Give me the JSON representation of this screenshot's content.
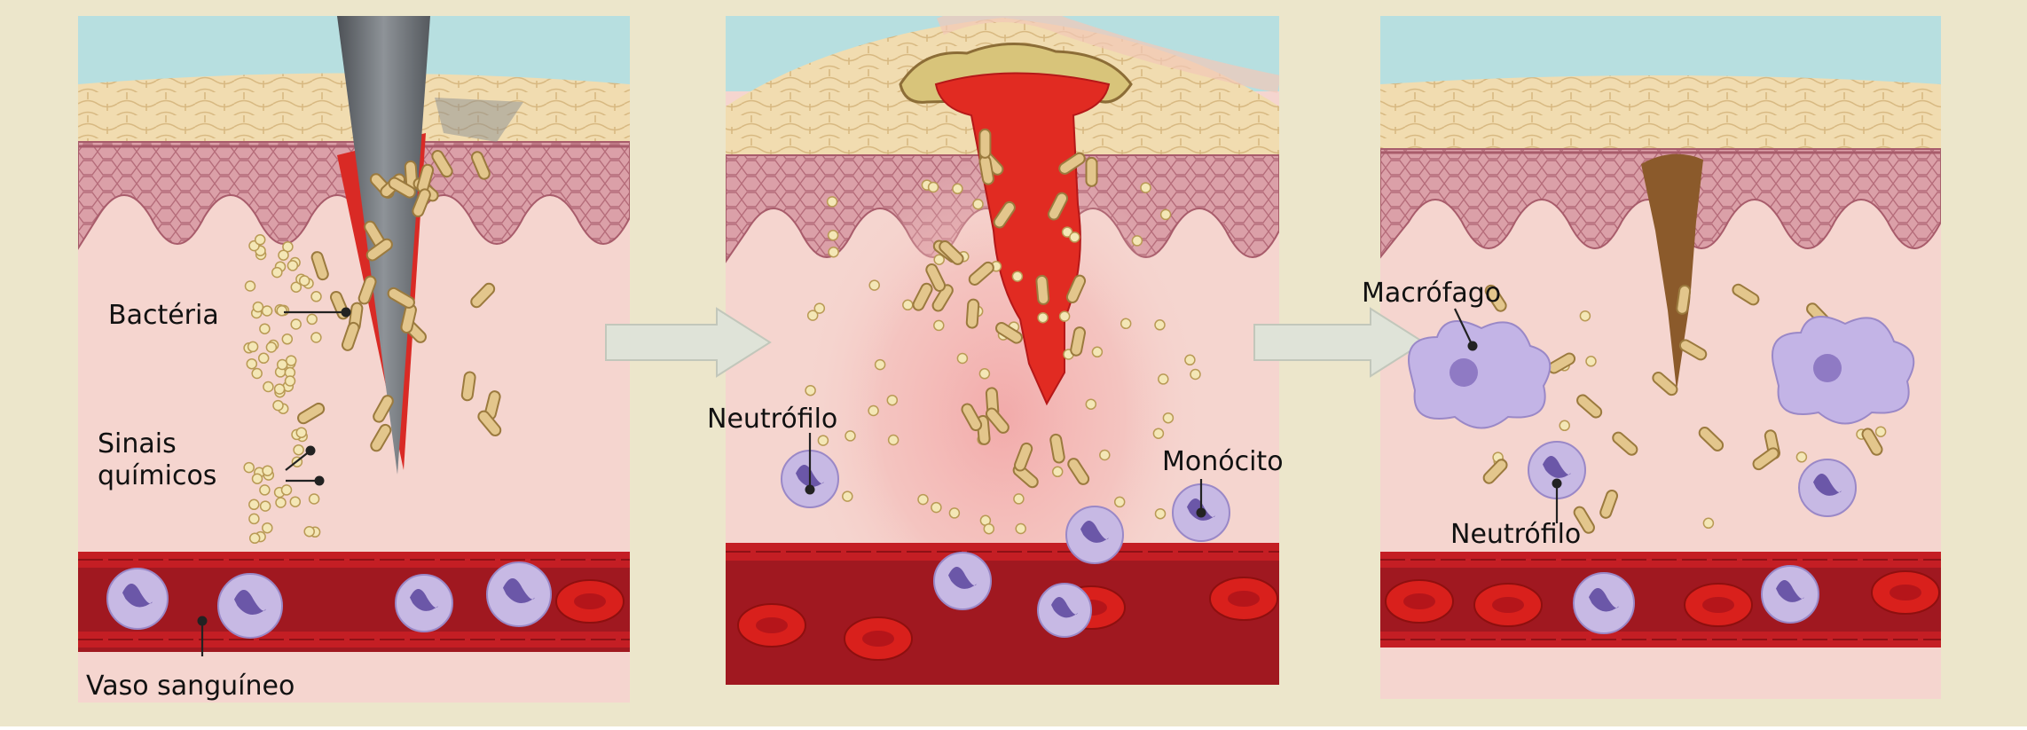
{
  "panels": [
    {
      "id": "injury",
      "labels": {
        "bacteria": "Bactéria",
        "chemical_signals_line1": "Sinais",
        "chemical_signals_line2": "químicos",
        "blood_vessel": "Vaso sanguíneo"
      }
    },
    {
      "id": "inflammation",
      "labels": {
        "neutrophil": "Neutrófilo",
        "monocyte": "Monócito"
      }
    },
    {
      "id": "healing",
      "labels": {
        "macrophage": "Macrófago",
        "neutrophil": "Neutrófilo"
      }
    }
  ],
  "colors": {
    "page_background": "#ece6cb",
    "sky": "#b7dfe0",
    "epidermis_top": "#f1dcb0",
    "epidermis_cells": "#c88a96",
    "dermis": "#f5d5cf",
    "vessel_wall": "#c41e24",
    "vessel_inner": "#a01820",
    "blood_wound": "#e12b22",
    "scab": "#8b5a2b",
    "needle": "#6f7378",
    "bacteria": "#e3c68c",
    "signals": "#f4e7b6",
    "immune_cell": "#c7b9e4",
    "immune_nucleus": "#6b57a8",
    "red_cell": "#d9201c",
    "arrow": "#dfe3d8"
  }
}
